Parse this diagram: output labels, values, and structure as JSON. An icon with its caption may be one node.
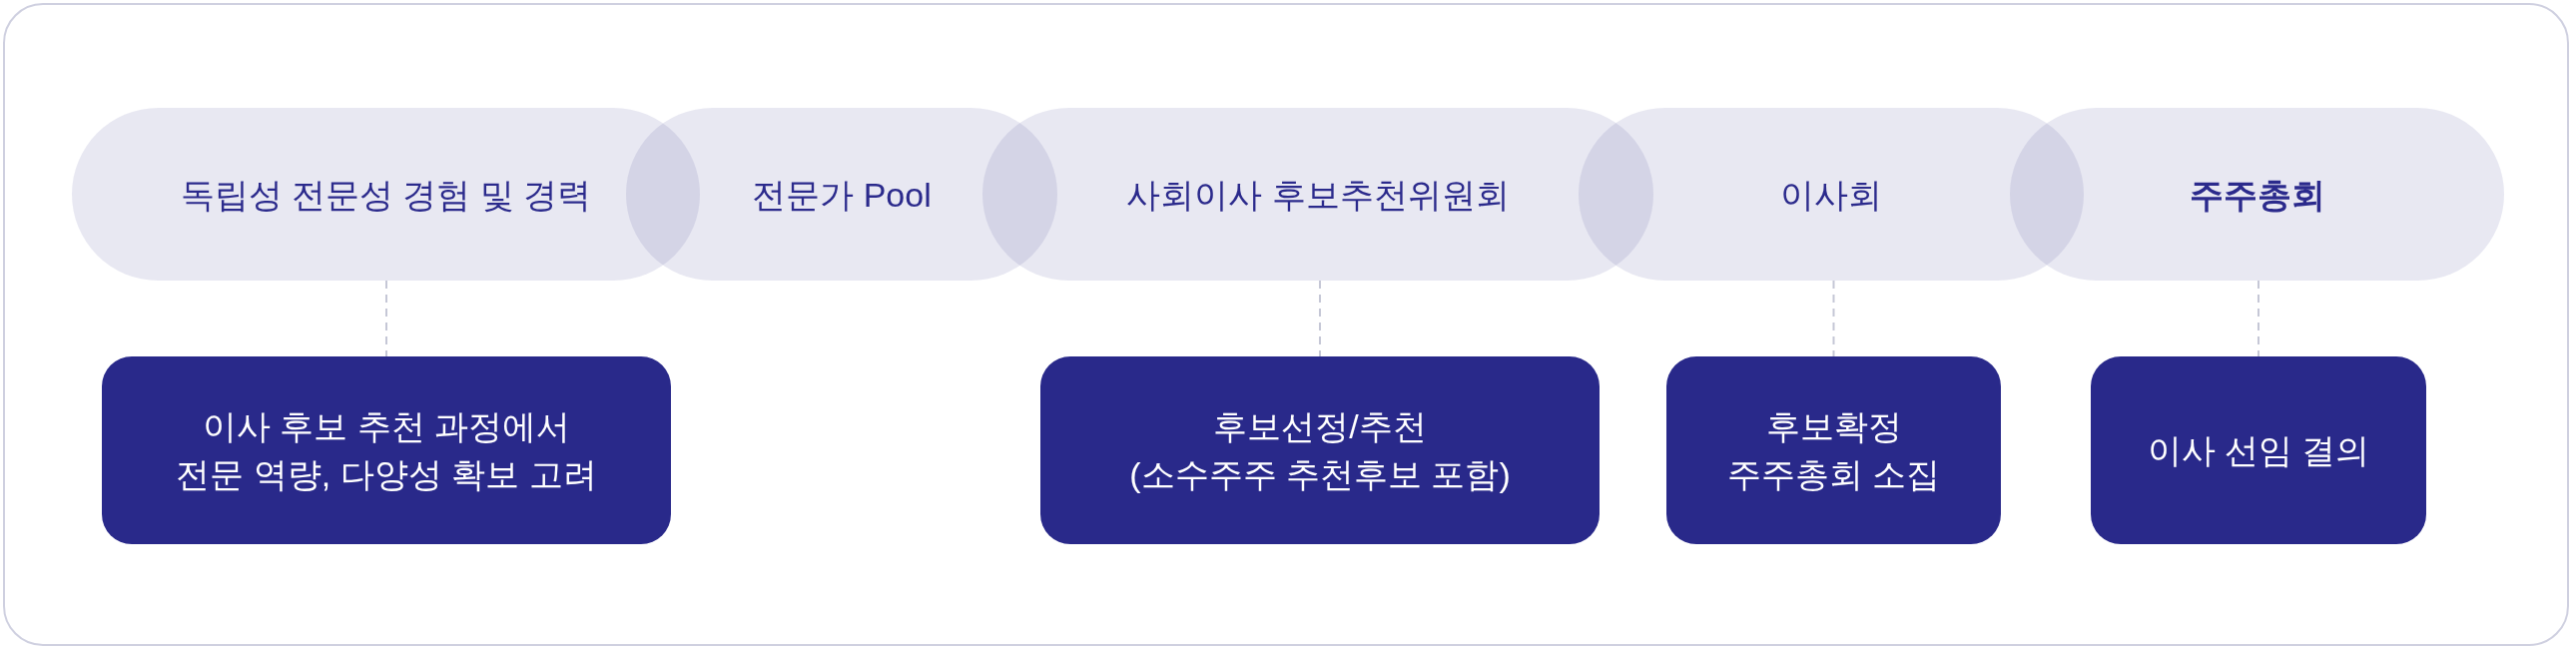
{
  "diagram": {
    "nodes": [
      {
        "text": [
          "독립성 전문성 경험 및 경력"
        ]
      },
      {
        "text": [
          "전문가 Pool"
        ]
      },
      {
        "text": [
          "사회이사 후보추천위원회"
        ]
      },
      {
        "text": [
          "이사회"
        ]
      },
      {
        "text": [
          "주주총회"
        ]
      },
      {
        "text": [
          "이사 후보 추천 과정에서 전문 역량, 다양성 확보 고려"
        ]
      },
      {
        "text": [
          "후보선정/추천",
          "(소수주주 추천후보 포함)"
        ]
      },
      {
        "text": [
          "후보확정 주주총회 소집"
        ]
      },
      {
        "text": [
          "이사 선임 결의"
        ]
      }
    ],
    "edges": [
      {
        "from": 0,
        "to": 5,
        "arrow": "none",
        "style": "dashed"
      },
      {
        "from": 2,
        "to": 6,
        "arrow": "none",
        "style": "dashed"
      },
      {
        "from": 3,
        "to": 7,
        "arrow": "none",
        "style": "dashed"
      },
      {
        "from": 4,
        "to": 8,
        "arrow": "none",
        "style": "dashed"
      }
    ]
  }
}
